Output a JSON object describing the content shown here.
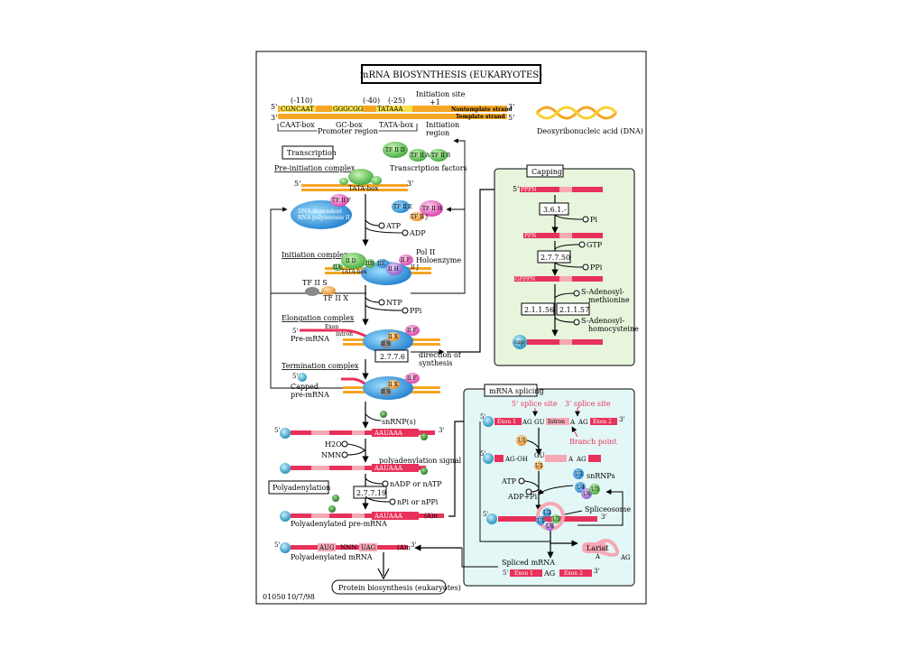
{
  "title": "mRNA BIOSYNTHESIS (EUKARYOTES)",
  "footer": {
    "map_id": "01050",
    "date": "10/7/98"
  },
  "dna": {
    "positions": [
      "(-110)",
      "(-40)",
      "(-25)"
    ],
    "initiation_site": "Initiation site",
    "plus_one": "+1",
    "seq1": "CGNCAAT",
    "seq2": "GGGCGG",
    "seq3": "TATAAA",
    "nontemplate": "Nontemplate strand",
    "template": "Template strand",
    "five_prime": "5'",
    "three_prime": "3'",
    "caat": "CAAT-box",
    "gc": "GC-box",
    "tata": "TATA-box",
    "initiation_region_1": "Initiation",
    "initiation_region_2": "region",
    "promoter": "Promoter region",
    "dna_label": "Deoxyribonucleic acid (DNA)"
  },
  "transcription": {
    "box": "Transcription",
    "tf_labels": [
      "TF II D",
      "TF II A",
      "TF II B"
    ],
    "tf_caption": "Transcription factors",
    "preinit": "Pre-initiation complex",
    "tata_box": "TATA-box",
    "tfiif": "TF II F",
    "pol_1": "DNA-dependent",
    "pol_2": "RNA polymerase II",
    "tfiie": "TF II E",
    "tfiih": "TF II H",
    "tfiij": "TF II J",
    "atp": "ATP",
    "adp": "ADP",
    "init_complex": "Initiation complex",
    "pol_holo_1": "Pol II",
    "pol_holo_2": "Holoenzyme",
    "small": [
      "IIA",
      "IIB",
      "IIE",
      "II F",
      "II H",
      "II J",
      "II D"
    ],
    "tfiis": "TF II S",
    "tfiix": "TF II X",
    "ntp": "NTP",
    "ppi": "PPi",
    "elong": "Elongation complex",
    "exon": "Exon",
    "intron": "Intron",
    "premrna": "Pre-mRNA",
    "ec": "2.7.7.6",
    "dir_1": "direction of",
    "dir_2": "synthesis",
    "term": "Termination complex",
    "capped_1": "Capped",
    "capped_2": "pre-mRNA",
    "iis": "II S",
    "iix": "II X"
  },
  "polyadenylation": {
    "snrnp": "snRNP(s)",
    "seq": "AAUAAA",
    "h2o": "H2O",
    "nmn": "NMN",
    "signal": "polyadenylation signal",
    "box": "Polyadenylation",
    "ec": "2.7.7.19",
    "nadp": "nADP or nATP",
    "npi": "nPi or nPPi",
    "an": "(A)n",
    "pa_premrna": "Polyadenylated pre-mRNA",
    "seq_aug": "AUG",
    "seq_nnn": "NNN",
    "seq_uag": "UAG",
    "pa_mrna": "Polyadenylated mRNA",
    "protein": "Protein biosynthesis (eukaryotes)"
  },
  "capping": {
    "box": "Capping",
    "five": "5'",
    "pppn": "PPPN",
    "ec1": "3.6.1.-",
    "pi": "Pi",
    "ppn": "PPN",
    "gtp": "GTP",
    "ec2": "2.7.7.50",
    "ppi": "PPi",
    "gpppn": "GPPPN",
    "ec3": "2.1.1.56",
    "ec4": "2.1.1.57",
    "sam_1": "S-Adenosyl-",
    "sam_2": "methionine",
    "sah_1": "S-Adenosyl-",
    "sah_2": "homocysteine",
    "cap": "cap"
  },
  "splicing": {
    "box": "mRNA splicing",
    "ss5": "5' splice site",
    "ss3": "3' splice site",
    "exon1": "Exon 1",
    "exon2": "Exon 2",
    "intron": "Intron",
    "ag": "AG",
    "gu": "GU",
    "a": "A",
    "branch": "Branch point",
    "u1": "U1",
    "u2": "U2",
    "u4": "U4",
    "u5": "U5",
    "u6": "U6",
    "agoh": "AG-OH",
    "atp": "ATP",
    "adppi": "ADP+Pi",
    "snrnps": "snRNPs",
    "spliceosome": "Spliceosome",
    "lariat": "Lariat",
    "spliced": "Spliced mRNA",
    "five": "5'",
    "three": "3'"
  },
  "colors": {
    "mrna": "#e8315a",
    "mrna_light": "#f6a8b4",
    "dna_orange": "#f5a623",
    "dna_yellow": "#f8e04a",
    "capping_bg": "#e6f5dc",
    "splicing_bg": "#e4f7f7",
    "cap_blue": "#2aa3c8"
  }
}
